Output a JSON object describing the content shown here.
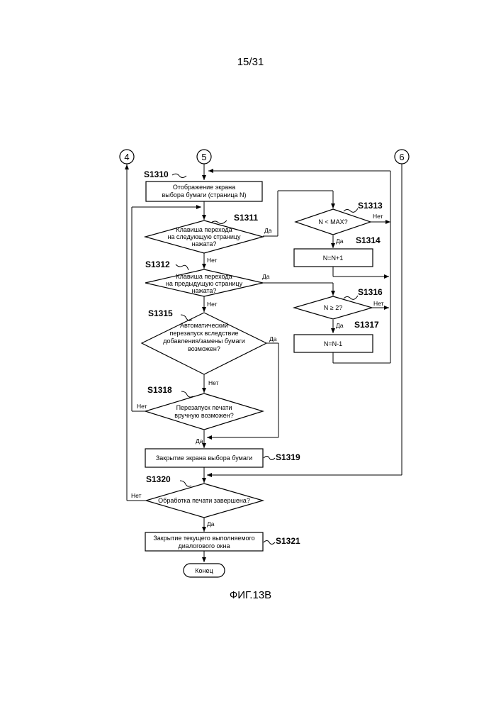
{
  "page_number": "15/31",
  "figure_caption": "ФИГ.13B",
  "connectors": {
    "c4": "4",
    "c5": "5",
    "c6": "6"
  },
  "steps": {
    "s1310": {
      "label": "S1310",
      "line1": "Отображение экрана",
      "line2": "выбора бумаги (страница N)"
    },
    "s1311": {
      "label": "S1311",
      "line1": "Клавиша перехода",
      "line2": "на следующую страницу",
      "line3": "нажата?"
    },
    "s1312": {
      "label": "S1312",
      "line1": "Клавиша перехода",
      "line2": "на предыдущую страницу",
      "line3": "нажата?"
    },
    "s1313": {
      "label": "S1313",
      "line1": "N < MAX?"
    },
    "s1314": {
      "label": "S1314",
      "line1": "N=N+1"
    },
    "s1315": {
      "label": "S1315",
      "line1": "Автоматический",
      "line2": "перезапуск вследствие",
      "line3": "добавления/замены бумаги",
      "line4": "возможен?"
    },
    "s1316": {
      "label": "S1316",
      "line1": "N ≥ 2?"
    },
    "s1317": {
      "label": "S1317",
      "line1": "N=N-1"
    },
    "s1318": {
      "label": "S1318",
      "line1": "Перезапуск печати",
      "line2": "вручную возможен?"
    },
    "s1319": {
      "label": "S1319",
      "line1": "Закрытие экрана выбора бумаги"
    },
    "s1320": {
      "label": "S1320",
      "line1": "Обработка печати завершена?"
    },
    "s1321": {
      "label": "S1321",
      "line1": "Закрытие текущего выполняемого",
      "line2": "диалогового окна"
    },
    "end": {
      "line1": "Конец"
    }
  },
  "branch_labels": {
    "yes": "Да",
    "no": "Нет"
  }
}
